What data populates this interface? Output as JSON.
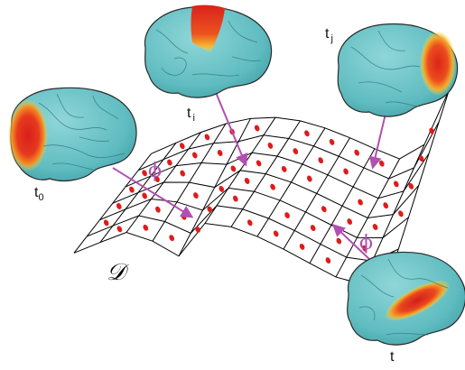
{
  "diagram": {
    "manifold_label": "𝒟",
    "map_symbol": "ϕ",
    "colors": {
      "brain_base": "#6cc6c9",
      "brain_outline": "#2a2a2a",
      "activation_core": "#e1261c",
      "activation_mid": "#f47a1f",
      "activation_edge": "#f6e13a",
      "arrow": "#b24fb0",
      "grid_line": "#000000",
      "grid_dot": "#e01b1b"
    },
    "brains": [
      {
        "id": "t0",
        "label_main": "t",
        "label_sub": "0",
        "activation": "front"
      },
      {
        "id": "ti",
        "label_main": "t",
        "label_sub": "i",
        "activation": "top"
      },
      {
        "id": "tj",
        "label_main": "t",
        "label_sub": "j",
        "activation": "back-top"
      },
      {
        "id": "t",
        "label_main": "t",
        "label_sub": "",
        "activation": "lower-middle"
      }
    ]
  }
}
